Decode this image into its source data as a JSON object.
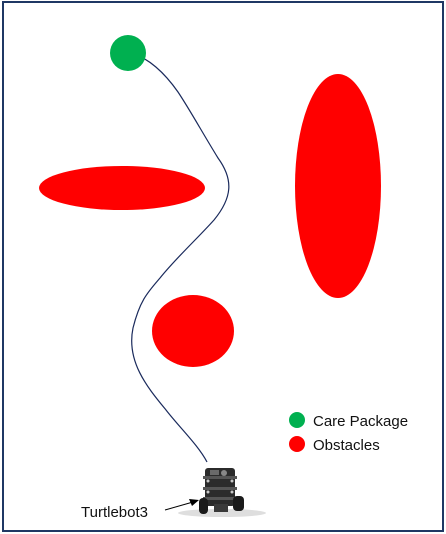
{
  "legend": {
    "items": [
      {
        "label": "Care Package",
        "color": "#00b050"
      },
      {
        "label": "Obstacles",
        "color": "#ff0000"
      }
    ]
  },
  "robot": {
    "label": "Turtlebot3"
  },
  "colors": {
    "border": "#1f3864",
    "path": "#1a2a5c",
    "care_package": "#00b050",
    "obstacle": "#ff0000"
  }
}
